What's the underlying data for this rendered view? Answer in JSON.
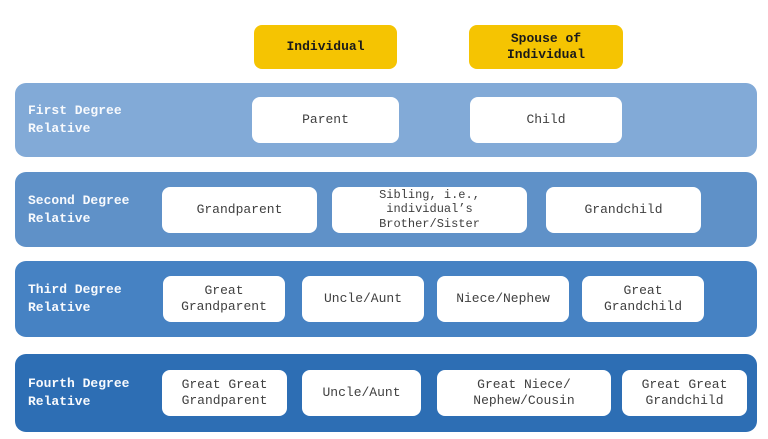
{
  "colors": {
    "accent_yellow": "#F5C402",
    "band_first_degree": "#82AAD7",
    "band_second_degree": "#5F91C8",
    "band_third_degree": "#4682C3",
    "band_fourth_degree": "#2D6EB4",
    "box_text": "#404040",
    "band_label_text": "#F8FAFD"
  },
  "top_row": {
    "individual_label": "Individual",
    "spouse_label": "Spouse of\nIndividual"
  },
  "bands": [
    {
      "label": "First Degree\nRelative",
      "boxes": [
        {
          "label": "Parent"
        },
        {
          "label": "Child"
        }
      ]
    },
    {
      "label": "Second Degree\nRelative",
      "boxes": [
        {
          "label": "Grandparent"
        },
        {
          "label": "Sibling, i.e.,\nindividual’s\nBrother/Sister"
        },
        {
          "label": "Grandchild"
        }
      ]
    },
    {
      "label": "Third Degree\nRelative",
      "boxes": [
        {
          "label": "Great\nGrandparent"
        },
        {
          "label": "Uncle/Aunt"
        },
        {
          "label": "Niece/Nephew"
        },
        {
          "label": "Great\nGrandchild"
        }
      ]
    },
    {
      "label": "Fourth Degree\nRelative",
      "boxes": [
        {
          "label": "Great Great\nGrandparent"
        },
        {
          "label": "Uncle/Aunt"
        },
        {
          "label": "Great Niece/\nNephew/Cousin"
        },
        {
          "label": "Great Great\nGrandchild"
        }
      ]
    }
  ]
}
